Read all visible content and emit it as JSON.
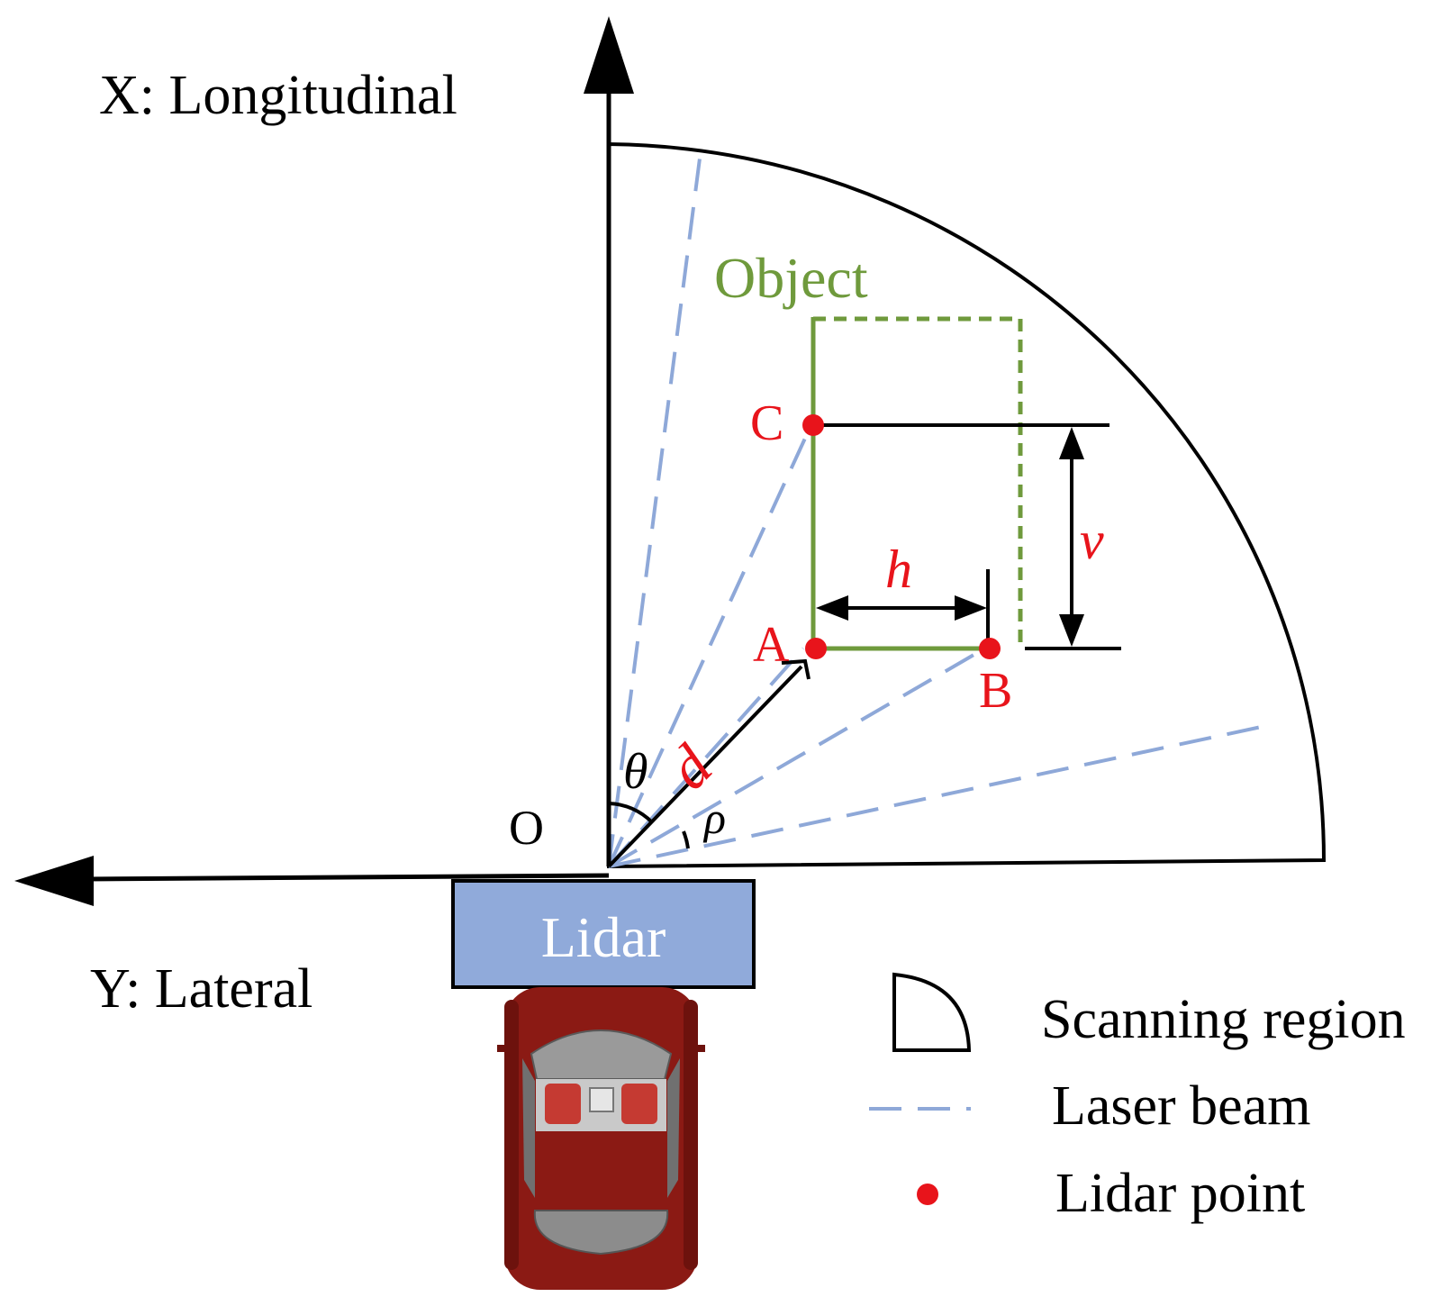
{
  "axes": {
    "x_label": "X: Longitudinal",
    "y_label": "Y: Lateral",
    "origin_label": "O"
  },
  "sensor": {
    "label": "Lidar"
  },
  "object": {
    "label": "Object"
  },
  "points": {
    "a": "A",
    "b": "B",
    "c": "C"
  },
  "symbols": {
    "theta": "θ",
    "rho": "ρ",
    "d": "d",
    "h": "h",
    "v": "v"
  },
  "legend": {
    "scanning_region": "Scanning region",
    "laser_beam": "Laser beam",
    "lidar_point": "Lidar point"
  },
  "colors": {
    "laser_beam": "#8ea8d8",
    "object": "#6f9a3c",
    "lidar_point": "#e8141b",
    "lidar_box": "#90aada",
    "car_body": "#8b1a14"
  }
}
